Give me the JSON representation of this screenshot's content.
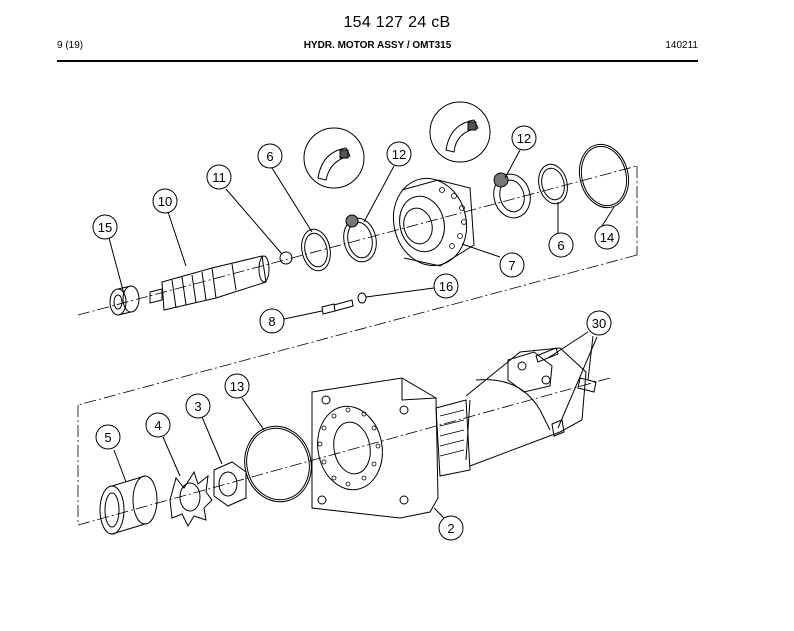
{
  "header": {
    "doc_number": "154 127 24 cB",
    "page": "9 (19)",
    "title": "HYDR. MOTOR ASSY / OMT315",
    "date": "140211"
  },
  "callouts": [
    {
      "id": "c15",
      "label": "15"
    },
    {
      "id": "c10",
      "label": "10"
    },
    {
      "id": "c11",
      "label": "11"
    },
    {
      "id": "c6a",
      "label": "6"
    },
    {
      "id": "c12a",
      "label": "12"
    },
    {
      "id": "c12b",
      "label": "12"
    },
    {
      "id": "c6b",
      "label": "6"
    },
    {
      "id": "c14",
      "label": "14"
    },
    {
      "id": "c7",
      "label": "7"
    },
    {
      "id": "c16",
      "label": "16"
    },
    {
      "id": "c8",
      "label": "8"
    },
    {
      "id": "c30",
      "label": "30"
    },
    {
      "id": "c13",
      "label": "13"
    },
    {
      "id": "c3",
      "label": "3"
    },
    {
      "id": "c4",
      "label": "4"
    },
    {
      "id": "c5",
      "label": "5"
    },
    {
      "id": "c2",
      "label": "2"
    }
  ]
}
